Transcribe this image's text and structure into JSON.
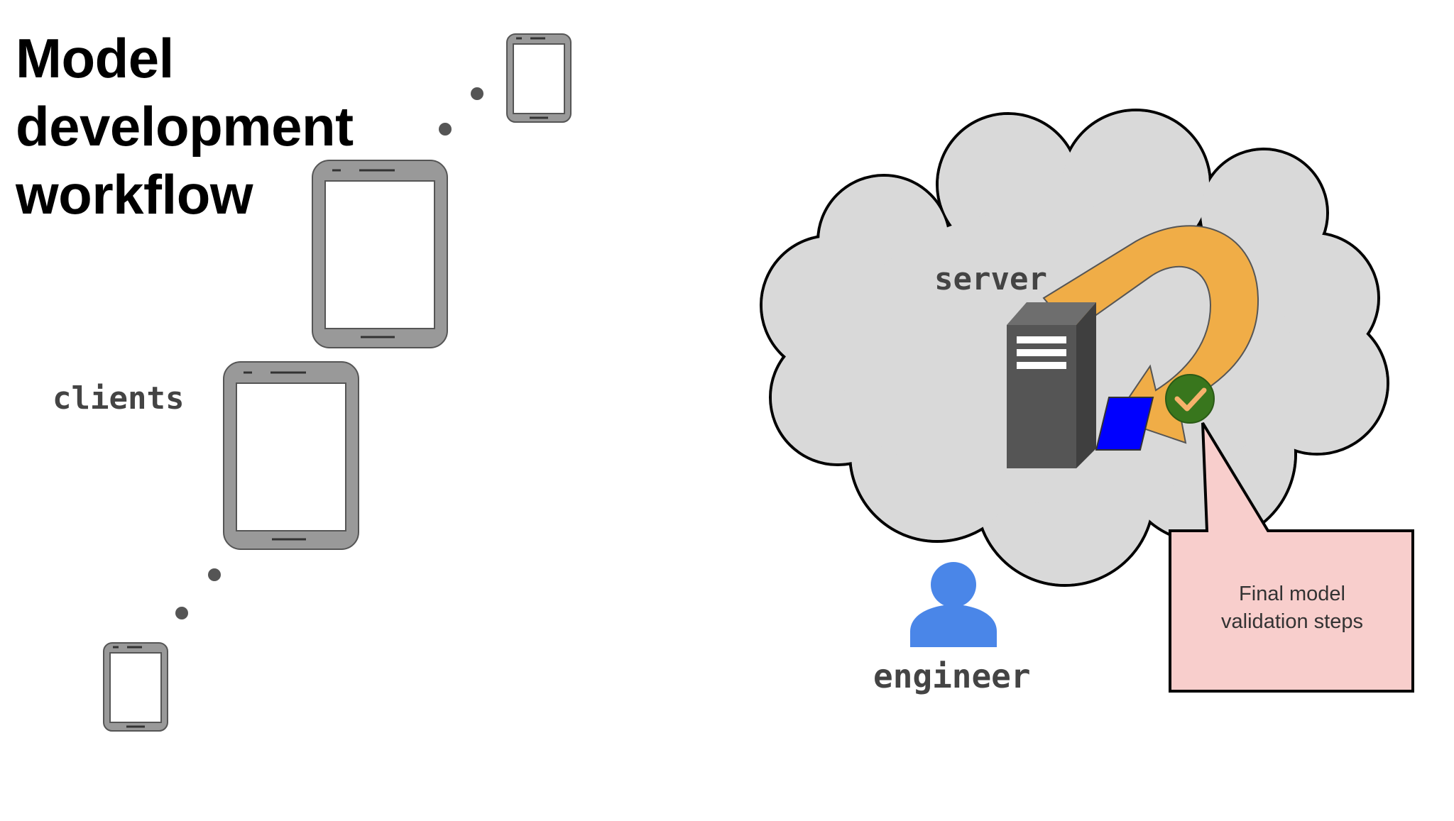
{
  "title": {
    "lines": [
      "Model",
      "development",
      "workflow"
    ]
  },
  "labels": {
    "clients": "clients",
    "server": "server",
    "engineer": "engineer"
  },
  "callout": {
    "lines": [
      "Final model",
      "validation steps"
    ]
  },
  "colors": {
    "cloud_fill": "#d9d9d9",
    "device_frame": "#999999",
    "arrow_fill": "#f0ad47",
    "check_badge": "#38761d",
    "check_mark": "#f6b26b",
    "model_doc": "#0000ff",
    "engineer_icon": "#4a86e8",
    "callout_fill": "#f8cecc",
    "server_front": "#555555"
  },
  "icons": [
    "phone-icon",
    "tablet-icon",
    "server-icon",
    "person-icon",
    "checkmark-icon",
    "document-icon",
    "cloud-icon"
  ]
}
